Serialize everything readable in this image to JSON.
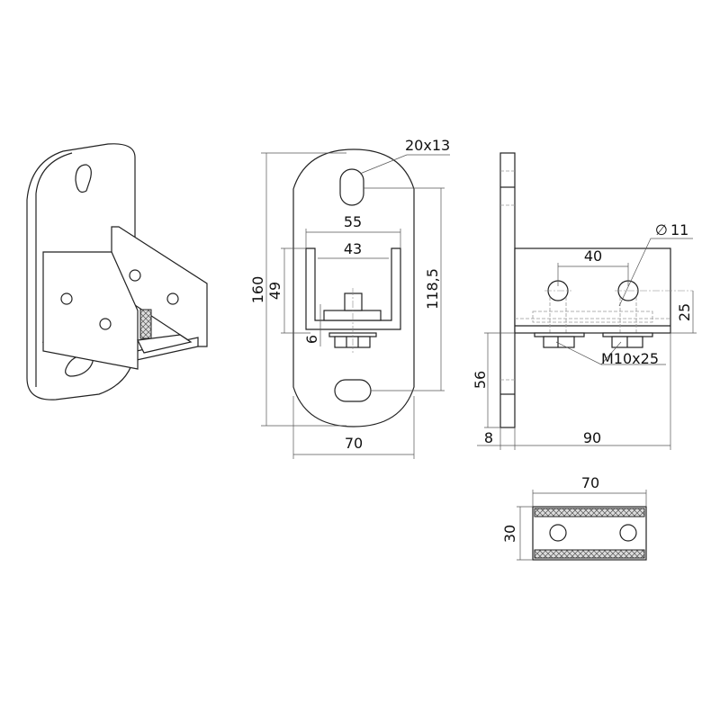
{
  "drawing": {
    "front_view": {
      "dim_height_total": "160",
      "dim_channel_height": "49",
      "dim_slot_spacing": "118,5",
      "dim_channel_outer_width": "55",
      "dim_channel_inner_width": "43",
      "dim_plate_width": "70",
      "dim_plate_offset": "6",
      "slot_size": "20x13"
    },
    "side_view": {
      "dim_hole_diameter": "11",
      "diameter_symbol": "∅",
      "dim_hole_spacing": "40",
      "dim_hole_height": "25",
      "dim_lower_height": "56",
      "dim_plate_thickness": "8",
      "dim_arm_length": "90",
      "bolt_spec": "M10x25"
    },
    "bottom_view": {
      "dim_width": "70",
      "dim_depth": "30"
    }
  }
}
